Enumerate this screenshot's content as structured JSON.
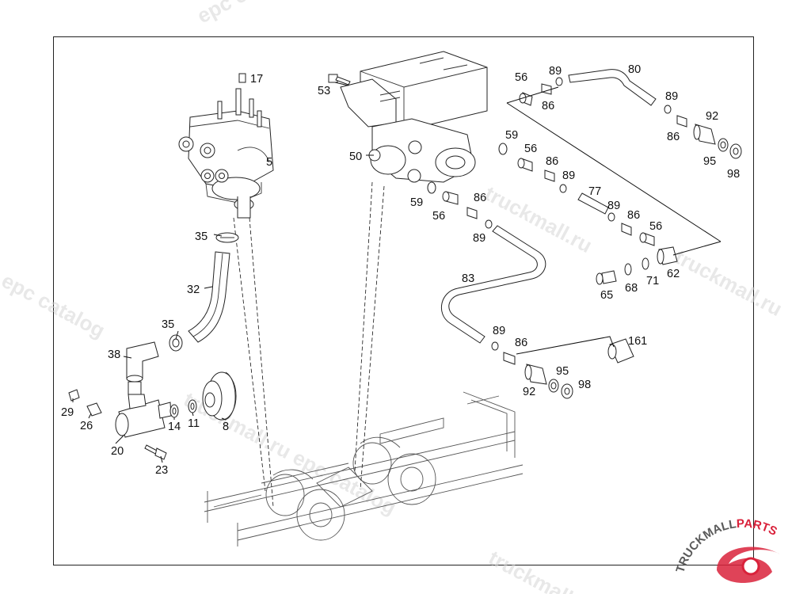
{
  "watermark_texts": [
    "epc catalog",
    "truckmall.ru",
    "epc catalog",
    "truckmall.ru",
    "truckmall.ru epc catalog",
    "truckmall.ru"
  ],
  "logo": {
    "text_main": "TRUCKMALL",
    "text_accent": "PARTS",
    "color_main": "#5a5a5a",
    "color_accent": "#d9223b"
  },
  "colors": {
    "line": "#111111",
    "background": "#ffffff",
    "chassis": "#555555"
  },
  "labels": {
    "l17": "17",
    "l5": "5",
    "l35a": "35",
    "l32": "32",
    "l35b": "35",
    "l38": "38",
    "l29": "29",
    "l26": "26",
    "l20": "20",
    "l23": "23",
    "l14": "14",
    "l11": "11",
    "l8": "8",
    "l53": "53",
    "l50": "50",
    "l59a": "59",
    "l56a": "56",
    "l86a": "86",
    "l89a": "89",
    "l83": "83",
    "l89b": "89",
    "l86b": "86",
    "l92a": "92",
    "l95a": "95",
    "l98a": "98",
    "l161": "161",
    "l59b": "59",
    "l56b": "56",
    "l86c": "86",
    "l89c": "89",
    "l77": "77",
    "l89d": "89",
    "l86d": "86",
    "l56c": "56",
    "l62": "62",
    "l71": "71",
    "l68": "68",
    "l65": "65",
    "l56d": "56",
    "l89e": "89",
    "l86e": "86",
    "l80": "80",
    "l89f": "89",
    "l92b": "92",
    "l86f": "86",
    "l95b": "95",
    "l98b": "98"
  }
}
